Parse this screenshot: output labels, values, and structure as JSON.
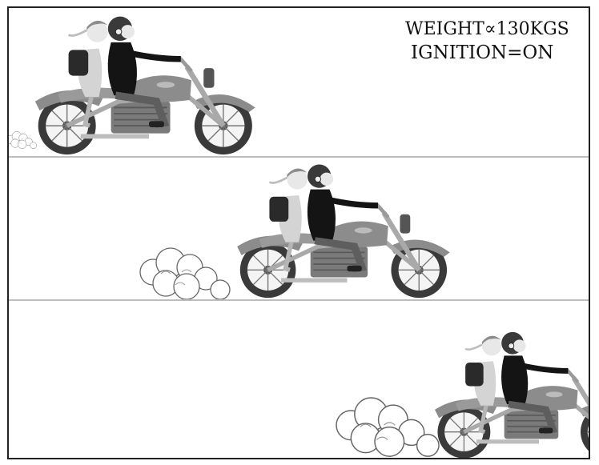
{
  "captions": {
    "weight": "WEIGHT∝130KGS",
    "ignition": "IGNITION=ON"
  },
  "panels": [
    {
      "id": "panel-1",
      "dust": "small"
    },
    {
      "id": "panel-2",
      "dust": "medium"
    },
    {
      "id": "panel-3",
      "dust": "large"
    }
  ],
  "colors": {
    "tank": "#8c8c8c",
    "frame": "#a9a9a9",
    "tire": "#3a3a3a",
    "jacket": "#141414",
    "skin": "#e8e8e8",
    "ground": "#bdbdbd"
  }
}
